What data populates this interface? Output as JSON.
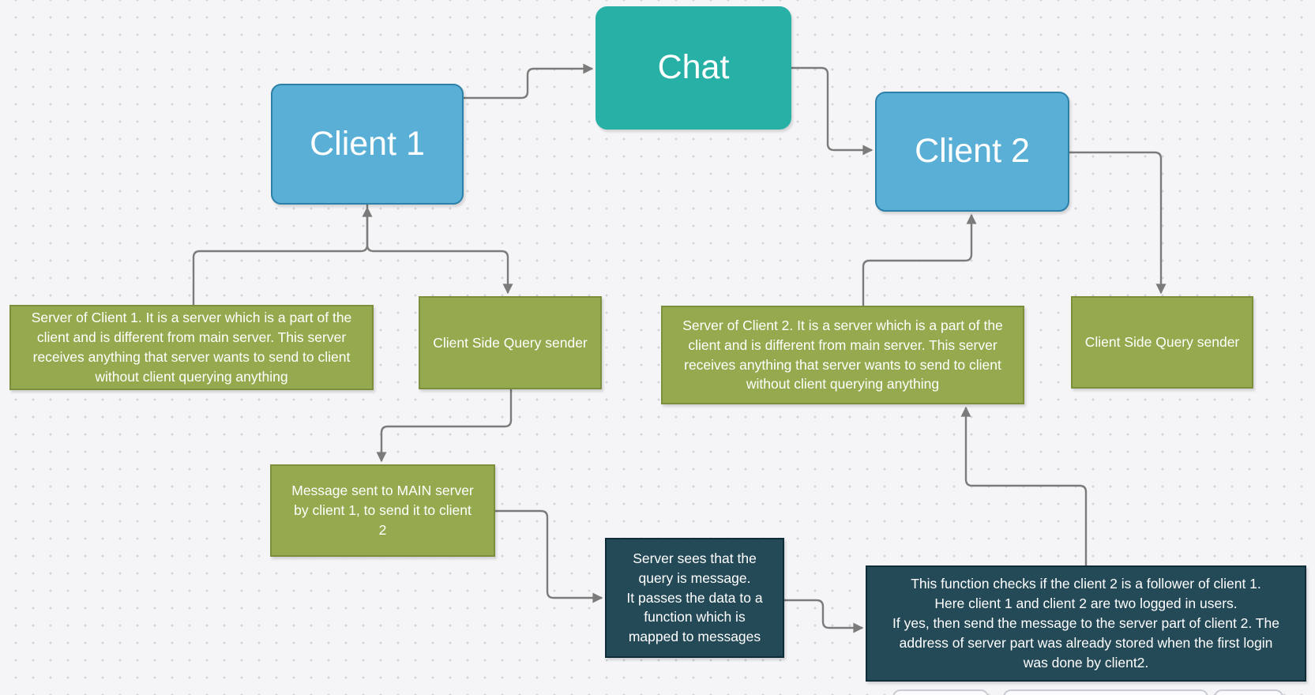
{
  "canvas": {
    "background": "#f5f5f7",
    "dot_color": "#d2d2d8"
  },
  "colors": {
    "bg": "#f5f5f7",
    "dot": "#d2d2d8",
    "edge": "#7b7b7b",
    "teal": "#27b1a6",
    "blue_fill": "#59afd5",
    "blue_border": "#2d80a7",
    "green_fill": "#95aa4e",
    "green_border": "#7b8f3c",
    "dark_fill": "#254a57",
    "dark_border": "#0f2d39",
    "partial_fill": "#fbfbfd",
    "partial_border": "#c8cbd3"
  },
  "nodes": {
    "chat": {
      "label": "Chat"
    },
    "client1": {
      "label": "Client 1"
    },
    "client2": {
      "label": "Client 2"
    },
    "server_client1": {
      "text": "Server of Client 1. It is a server which is a part of the\nclient and is different from main server. This server\nreceives anything that server wants to send to client\nwithout client querying anything"
    },
    "query_sender1": {
      "text": "Client Side Query sender"
    },
    "server_client2": {
      "text": "Server of Client 2. It is a server which is a part of the\nclient and is different from main server. This server\nreceives anything that server wants to send to client\nwithout client querying anything"
    },
    "query_sender2": {
      "text": "Client Side Query sender"
    },
    "message_main": {
      "text": "Message sent to MAIN server\nby client 1, to send it to client\n2"
    },
    "server_function": {
      "text": "Server sees that the\nquery is message.\nIt passes the data to a\nfunction which is\nmapped to messages"
    },
    "follower_check": {
      "text": "This function checks if the client 2 is a follower of client 1.\nHere client 1 and client 2 are two logged in users.\nIf yes, then send the message to the server part of client 2. The\naddress of server part was already stored when the first login\nwas done by client2."
    }
  }
}
